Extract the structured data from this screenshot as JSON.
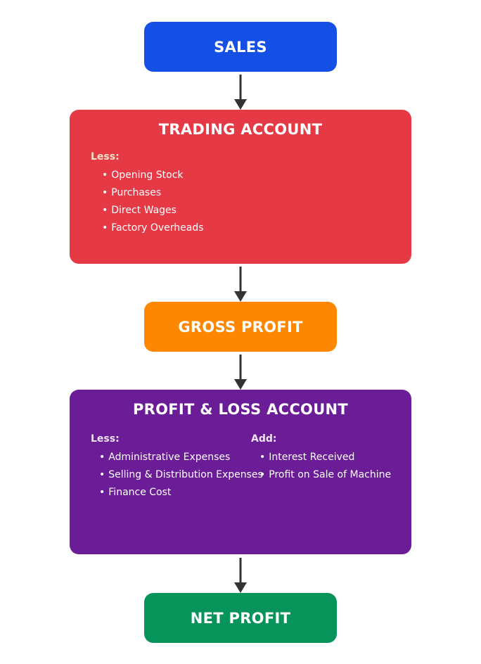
{
  "flow": {
    "sales": {
      "title": "SALES"
    },
    "trading_account": {
      "title": "TRADING ACCOUNT",
      "less_label": "Less:",
      "less_items": [
        "Opening Stock",
        "Purchases",
        "Direct Wages",
        "Factory Overheads"
      ]
    },
    "gross_profit": {
      "title": "GROSS PROFIT"
    },
    "profit_loss_account": {
      "title": "PROFIT & LOSS ACCOUNT",
      "less_label": "Less:",
      "less_items": [
        "Administrative Expenses",
        "Selling & Distribution Expenses",
        "Finance Cost"
      ],
      "add_label": "Add:",
      "add_items": [
        "Interest Received",
        "Profit on Sale of Machine"
      ]
    },
    "net_profit": {
      "title": "NET PROFIT"
    }
  },
  "colors": {
    "sales": "#1550e6",
    "trading_account": "#e53a46",
    "gross_profit": "#fd8700",
    "profit_loss_account": "#6b1d98",
    "net_profit": "#07945a",
    "arrow": "#333333"
  },
  "bullet_glyph": "•"
}
